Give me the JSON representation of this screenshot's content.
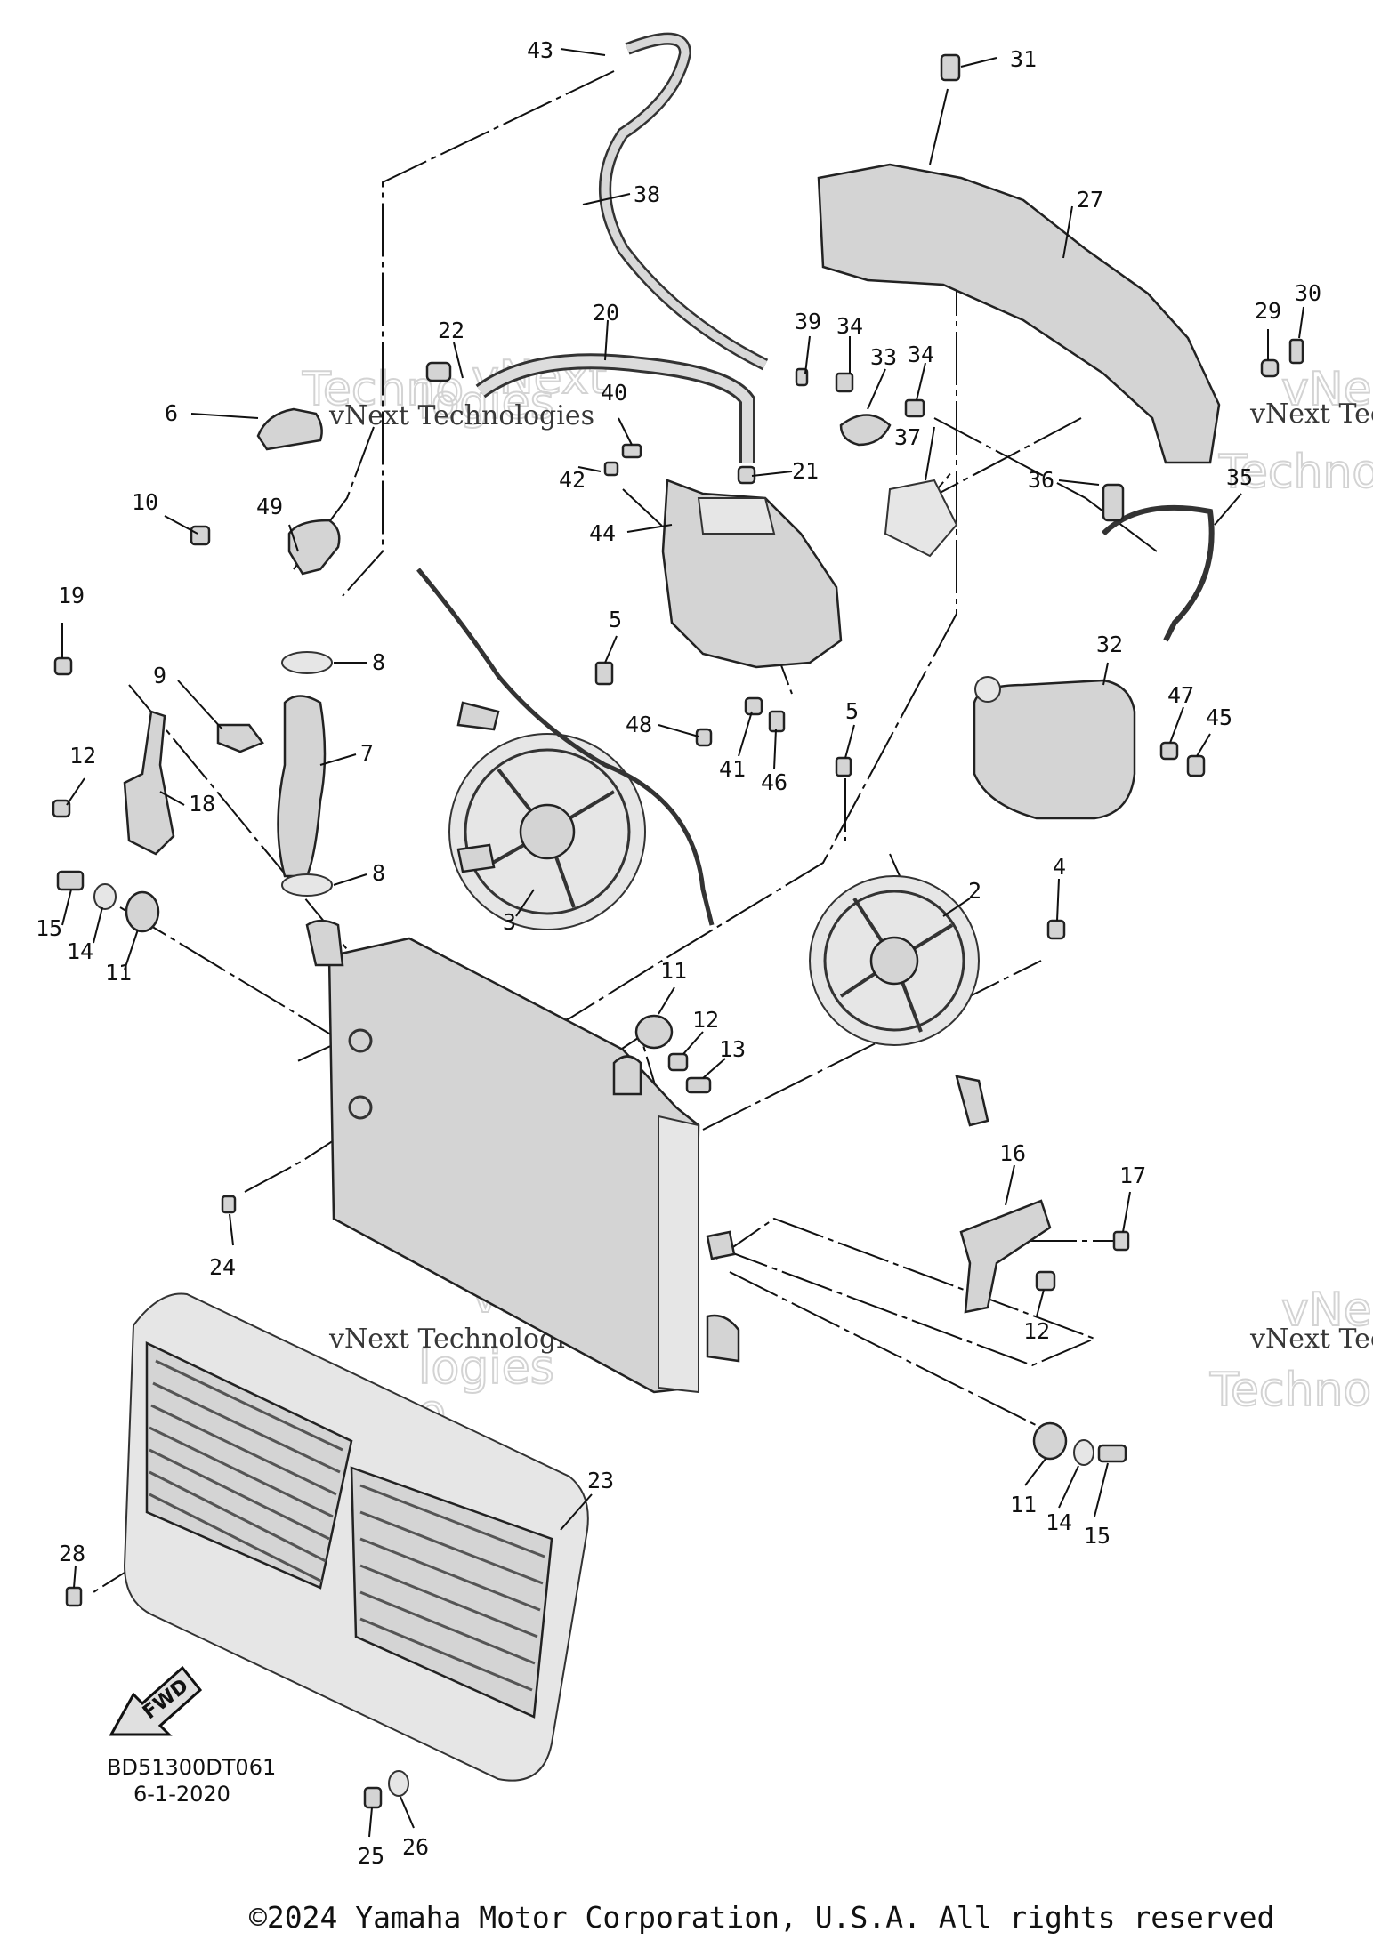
{
  "diagram": {
    "code": "BD51300DT061",
    "date": "6-1-2020",
    "fwd_label": "FWD",
    "watermark": {
      "line1": "vNext",
      "line2": "vNext Technologies",
      "line3": "Technologies"
    },
    "callouts": [
      "43",
      "31",
      "38",
      "27",
      "20",
      "22",
      "39",
      "34",
      "33",
      "34",
      "30",
      "29",
      "6",
      "40",
      "21",
      "36",
      "35",
      "10",
      "49",
      "42",
      "44",
      "37",
      "19",
      "8",
      "9",
      "5",
      "48",
      "41",
      "46",
      "32",
      "47",
      "45",
      "12",
      "7",
      "18",
      "8",
      "5",
      "15",
      "14",
      "11",
      "3",
      "2",
      "4",
      "11",
      "12",
      "13",
      "16",
      "17",
      "24",
      "12",
      "23",
      "11",
      "14",
      "15",
      "28",
      "25",
      "26"
    ]
  },
  "footer": {
    "copyright": "©2024 Yamaha Motor Corporation, U.S.A. All rights reserved"
  }
}
